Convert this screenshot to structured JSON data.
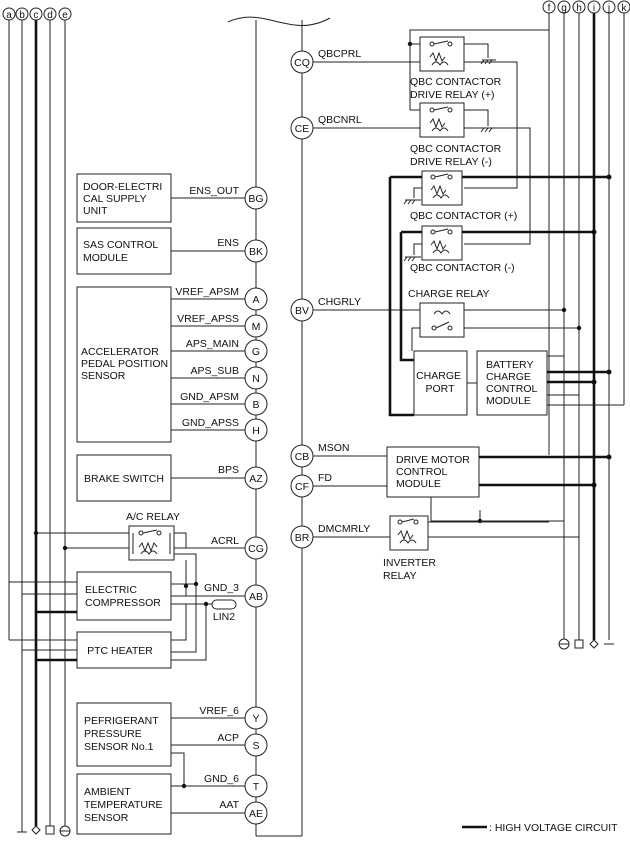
{
  "buses_left": [
    "a",
    "b",
    "c",
    "d",
    "e"
  ],
  "buses_right": [
    "f",
    "g",
    "h",
    "i",
    "j",
    "k"
  ],
  "blocks": {
    "door": [
      "DOOR-ELECTRI",
      "CAL SUPPLY",
      "UNIT"
    ],
    "sas": [
      "SAS CONTROL",
      "MODULE"
    ],
    "aps": [
      "ACCELERATOR",
      "PEDAL POSITION",
      "SENSOR"
    ],
    "brake": "BRAKE SWITCH",
    "compressor": [
      "ELECTRIC",
      "COMPRESSOR"
    ],
    "ptc": "PTC HEATER",
    "refrigerant": [
      "PEFRIGERANT",
      "PRESSURE",
      "SENSOR No.1"
    ],
    "ambient": [
      "AMBIENT",
      "TEMPERATURE",
      "SENSOR"
    ],
    "charge_port": [
      "CHARGE",
      "PORT"
    ],
    "bccm": [
      "BATTERY",
      "CHARGE",
      "CONTROL",
      "MODULE"
    ],
    "dmcm": [
      "DRIVE MOTOR",
      "CONTROL",
      "MODULE"
    ]
  },
  "relays": {
    "qbc_drive_pos": [
      "QBC CONTACTOR",
      "DRIVE RELAY (+)"
    ],
    "qbc_drive_neg": [
      "QBC CONTACTOR",
      "DRIVE RELAY (-)"
    ],
    "qbc_pos": "QBC CONTACTOR (+)",
    "qbc_neg": "QBC CONTACTOR (-)",
    "charge_relay": "CHARGE RELAY",
    "ac_relay": "A/C RELAY",
    "inverter": [
      "INVERTER",
      "RELAY"
    ]
  },
  "pins_left": [
    {
      "pin": "BG",
      "signal": "ENS_OUT"
    },
    {
      "pin": "BK",
      "signal": "ENS"
    },
    {
      "pin": "A",
      "signal": "VREF_APSM"
    },
    {
      "pin": "M",
      "signal": "VREF_APSS"
    },
    {
      "pin": "G",
      "signal": "APS_MAIN"
    },
    {
      "pin": "N",
      "signal": "APS_SUB"
    },
    {
      "pin": "B",
      "signal": "GND_APSM"
    },
    {
      "pin": "H",
      "signal": "GND_APSS"
    },
    {
      "pin": "AZ",
      "signal": "BPS"
    },
    {
      "pin": "CG",
      "signal": "ACRL"
    },
    {
      "pin": "AB",
      "signal": "GND_3"
    },
    {
      "pin": "Y",
      "signal": "VREF_6"
    },
    {
      "pin": "S",
      "signal": "ACP"
    },
    {
      "pin": "T",
      "signal": "GND_6"
    },
    {
      "pin": "AE",
      "signal": "AAT"
    }
  ],
  "pins_right": [
    {
      "pin": "CQ",
      "signal": "QBCPRL"
    },
    {
      "pin": "CE",
      "signal": "QBCNRL"
    },
    {
      "pin": "BV",
      "signal": "CHGRLY"
    },
    {
      "pin": "CB",
      "signal": "MSON"
    },
    {
      "pin": "CF",
      "signal": "FD"
    },
    {
      "pin": "BR",
      "signal": "DMCMRLY"
    }
  ],
  "lin_label": "LIN2",
  "legend": ": HIGH VOLTAGE CIRCUIT"
}
